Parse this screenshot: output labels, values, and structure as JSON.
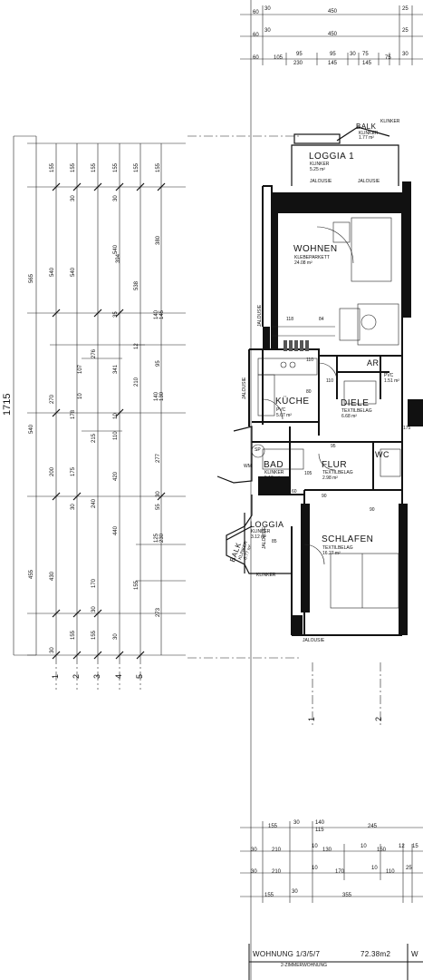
{
  "rooms": {
    "loggia1": {
      "name": "LOGGIA 1",
      "floor": "KLINKER",
      "area": "5.25 m²"
    },
    "balk_top": {
      "name": "BALK",
      "floor": "KLINKER",
      "area": "1.77 m²"
    },
    "wohnen": {
      "name": "WOHNEN",
      "floor": "KLEBEPARKETT",
      "area": "24.08 m²"
    },
    "ar": {
      "name": "AR",
      "floor": "PVC",
      "area": "1.51 m²"
    },
    "kueche": {
      "name": "KÜCHE",
      "floor": "PVC",
      "area": "5.67 m²"
    },
    "diele": {
      "name": "DIELE",
      "floor": "TEXTILBELAG",
      "area": "6.68 m²"
    },
    "bad": {
      "name": "BAD",
      "floor": "KLINKER",
      "area": "5.10 m²"
    },
    "flur": {
      "name": "FLUR",
      "floor": "TEXTILBELAG",
      "area": "2.98 m²"
    },
    "wc": {
      "name": "WC"
    },
    "loggia2": {
      "name": "LOGGIA",
      "floor": "KLINKER",
      "area": "3.12 m²"
    },
    "balk_left": {
      "name": "BALK",
      "floor": "KLINKER",
      "area": "0.77 m²"
    },
    "schlafen": {
      "name": "SCHLAFEN",
      "floor": "TEXTILBELAG",
      "area": "16.27 m²"
    }
  },
  "annotations": {
    "jalousie": "JALOUSIE",
    "sp": "SP",
    "wm": "WM",
    "klinker": "KLINKER"
  },
  "dimensions": {
    "top_row1": [
      "60",
      "30",
      "450",
      "25"
    ],
    "top_row2": [
      "60",
      "30",
      "450",
      "25"
    ],
    "top_row3": [
      "60",
      "105",
      "95",
      "230",
      "95",
      "145",
      "30",
      "75",
      "145",
      "75",
      "30"
    ],
    "overall_height": "1715",
    "col1": [
      "565",
      "540",
      "455"
    ],
    "col2": [
      "155",
      "540",
      "270",
      "200",
      "430",
      "30"
    ],
    "col3": [
      "155",
      "540",
      "178",
      "175",
      "30",
      "155",
      "30"
    ],
    "col4": [
      "155",
      "276",
      "107",
      "10",
      "215",
      "240",
      "170",
      "155",
      "30"
    ],
    "col5": [
      "30",
      "155",
      "540",
      "35",
      "12",
      "341",
      "210",
      "110",
      "10",
      "420",
      "440",
      "155",
      "30"
    ],
    "col6": [
      "155",
      "394",
      "538",
      "140",
      "145",
      "95",
      "140",
      "130",
      "277",
      "55",
      "30",
      "125",
      "230",
      "273"
    ],
    "col7": [
      "155",
      "380"
    ],
    "axes": [
      "1",
      "2",
      "3",
      "4",
      "5"
    ],
    "bottom_row1": [
      "155",
      "30",
      "140",
      "115",
      "245"
    ],
    "bottom_row2": [
      "30",
      "210",
      "10",
      "130",
      "10",
      "150",
      "12",
      "15"
    ],
    "bottom_row3": [
      "30",
      "210",
      "10",
      "170",
      "10",
      "110",
      "25"
    ],
    "bottom_row4": [
      "155",
      "30",
      "355"
    ],
    "axis_bottom": [
      "1",
      "2"
    ],
    "interior": [
      "118",
      "84",
      "110",
      "90",
      "80",
      "95",
      "60",
      "105",
      "110",
      "175",
      "85",
      "90"
    ]
  },
  "titleblock": {
    "unit": "WOHNUNG 1/3/5/7",
    "area": "72.38m2",
    "suffix": "W",
    "type": "2-ZIMMERWOHNUNG"
  }
}
